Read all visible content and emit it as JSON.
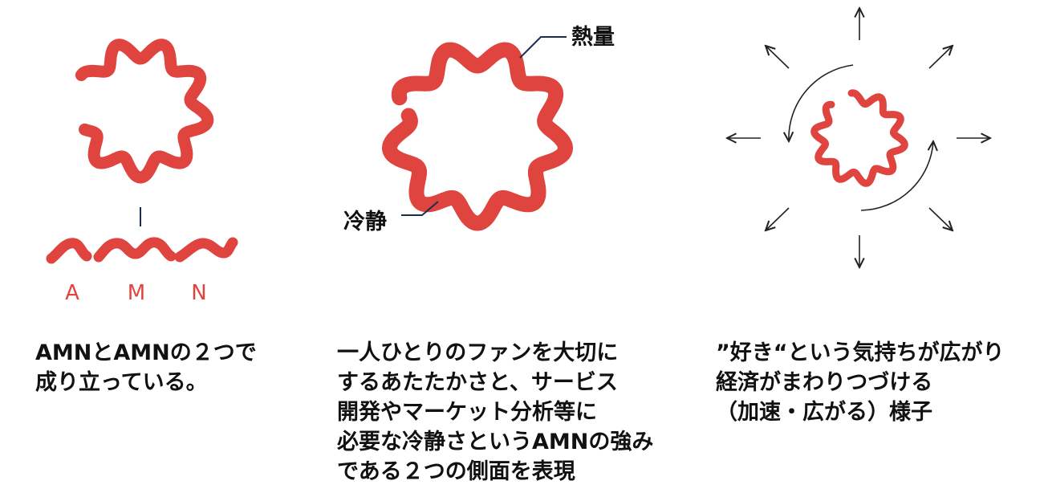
{
  "colors": {
    "accent_red": "#e0443f",
    "line_navy": "#1d2b4f",
    "arrow": "#222222",
    "text": "#111111"
  },
  "panel1": {
    "letters": [
      "A",
      "M",
      "N"
    ],
    "caption": [
      "AMNとAMNの２つで",
      "成り立っている。"
    ]
  },
  "panel2": {
    "label_top": "熱量",
    "label_bottom": "冷静",
    "caption": [
      "一人ひとりのファンを大切に",
      "するあたたかさと、サービス",
      "開発やマーケット分析等に",
      "必要な冷静さというAMNの強み",
      "である２つの側面を表現"
    ]
  },
  "panel3": {
    "caption": [
      "”好き“という気持ちが広がり",
      "経済がまわりつづける",
      "（加速・広がる）様子"
    ]
  }
}
